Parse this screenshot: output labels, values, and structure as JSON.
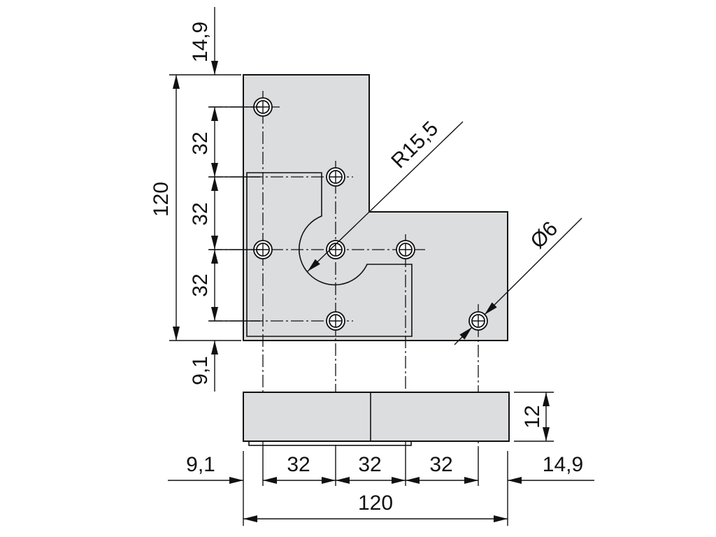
{
  "drawing": {
    "top_offset_label": "14,9",
    "bottom_offset_label": "9,1",
    "total_height_label": "120",
    "pitch_labels": [
      "32",
      "32",
      "32"
    ],
    "radius_label": "R15,5",
    "diameter_label": "Ø6",
    "thickness_label": "12",
    "bottom_left_offset_label": "9,1",
    "bottom_pitch_labels": [
      "32",
      "32",
      "32"
    ],
    "bottom_right_offset_label": "14,9",
    "total_width_label": "120"
  },
  "colors": {
    "plate": "#dcdddf",
    "line": "#111111"
  }
}
